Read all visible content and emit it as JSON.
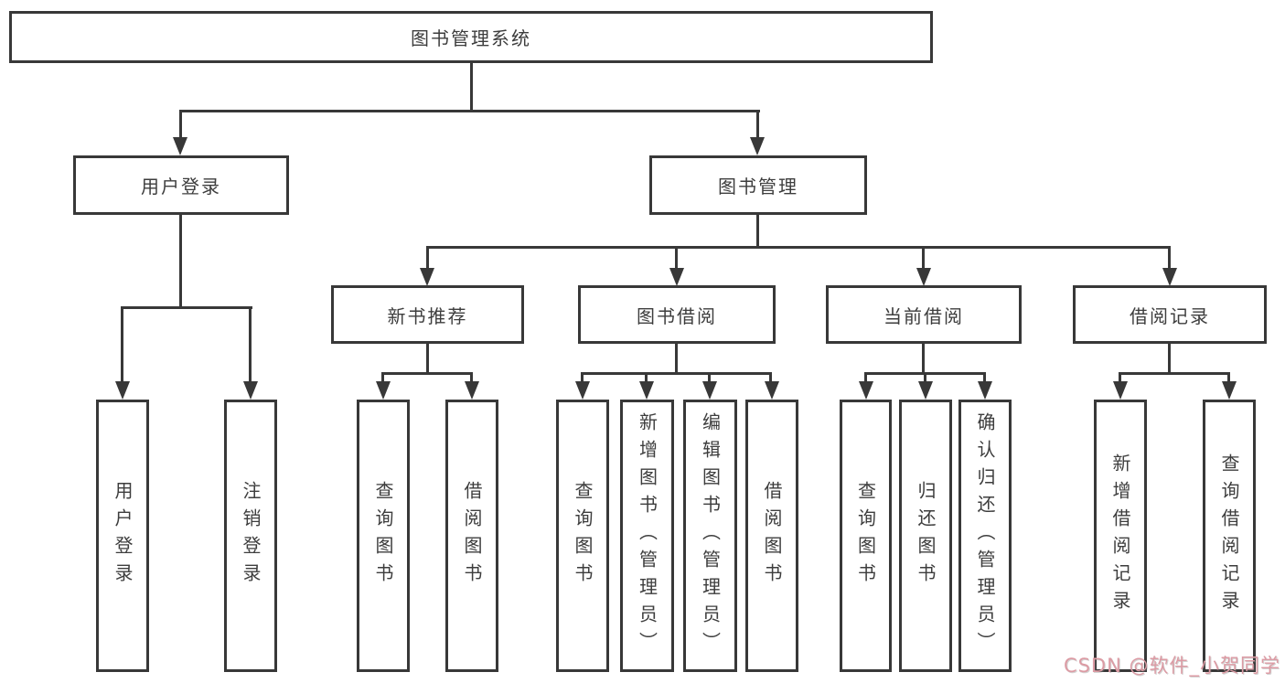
{
  "diagram_type": "hierarchy-tree",
  "colors": {
    "line": "#383838",
    "box_border": "#383838",
    "text": "#3d3d3d",
    "background": "#ffffff",
    "watermark": "#dc9ba4"
  },
  "tree": {
    "label": "图书管理系统",
    "children": [
      {
        "label": "用户登录",
        "children": [
          {
            "label": "用户登录"
          },
          {
            "label": "注销登录"
          }
        ]
      },
      {
        "label": "图书管理",
        "children": [
          {
            "label": "新书推荐",
            "children": [
              {
                "label": "查询图书"
              },
              {
                "label": "借阅图书"
              }
            ]
          },
          {
            "label": "图书借阅",
            "children": [
              {
                "label": "查询图书"
              },
              {
                "label": "新增图书（管理员）"
              },
              {
                "label": "编辑图书（管理员）"
              },
              {
                "label": "借阅图书"
              }
            ]
          },
          {
            "label": "当前借阅",
            "children": [
              {
                "label": "查询图书"
              },
              {
                "label": "归还图书"
              },
              {
                "label": "确认归还（管理员）"
              }
            ]
          },
          {
            "label": "借阅记录",
            "children": [
              {
                "label": "新增借阅记录"
              },
              {
                "label": "查询借阅记录"
              }
            ]
          }
        ]
      }
    ]
  },
  "watermark": {
    "text": "CSDN @软件_小贺同学"
  }
}
